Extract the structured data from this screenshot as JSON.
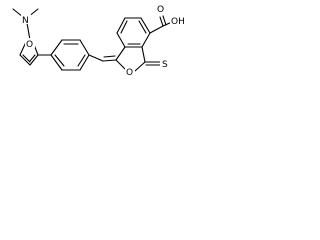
{
  "structure": {
    "atoms": {
      "carboxyl_group": "OH",
      "carbonyl_oxygen": "O",
      "thione_sulfur": "S",
      "lactone_oxygen": "O",
      "furan_oxygen": "O",
      "amine_nitrogen": "N"
    }
  }
}
